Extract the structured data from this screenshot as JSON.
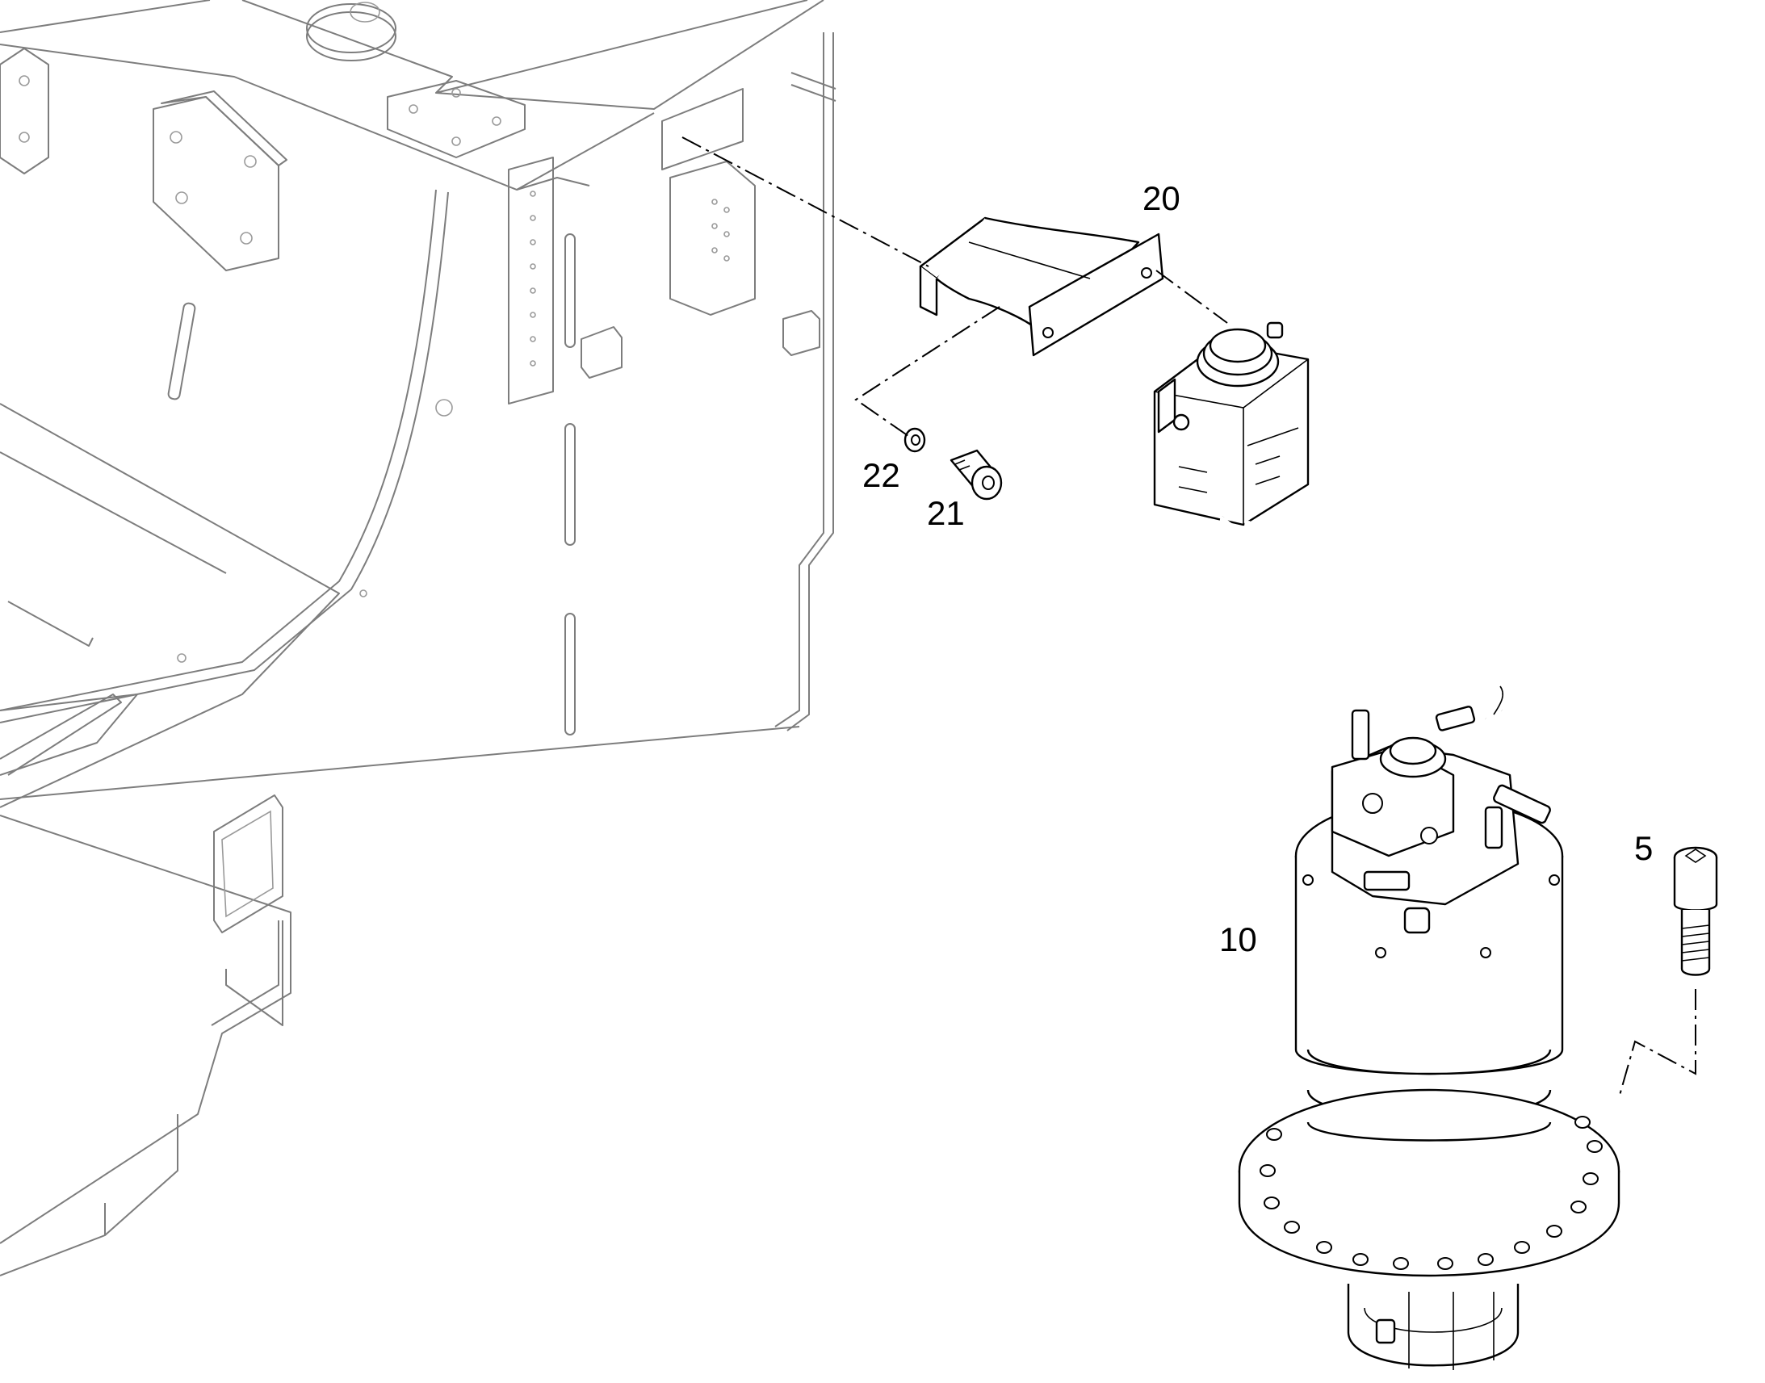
{
  "callouts": {
    "c20": "20",
    "c22": "22",
    "c21": "21",
    "c5": "5",
    "c10": "10"
  }
}
